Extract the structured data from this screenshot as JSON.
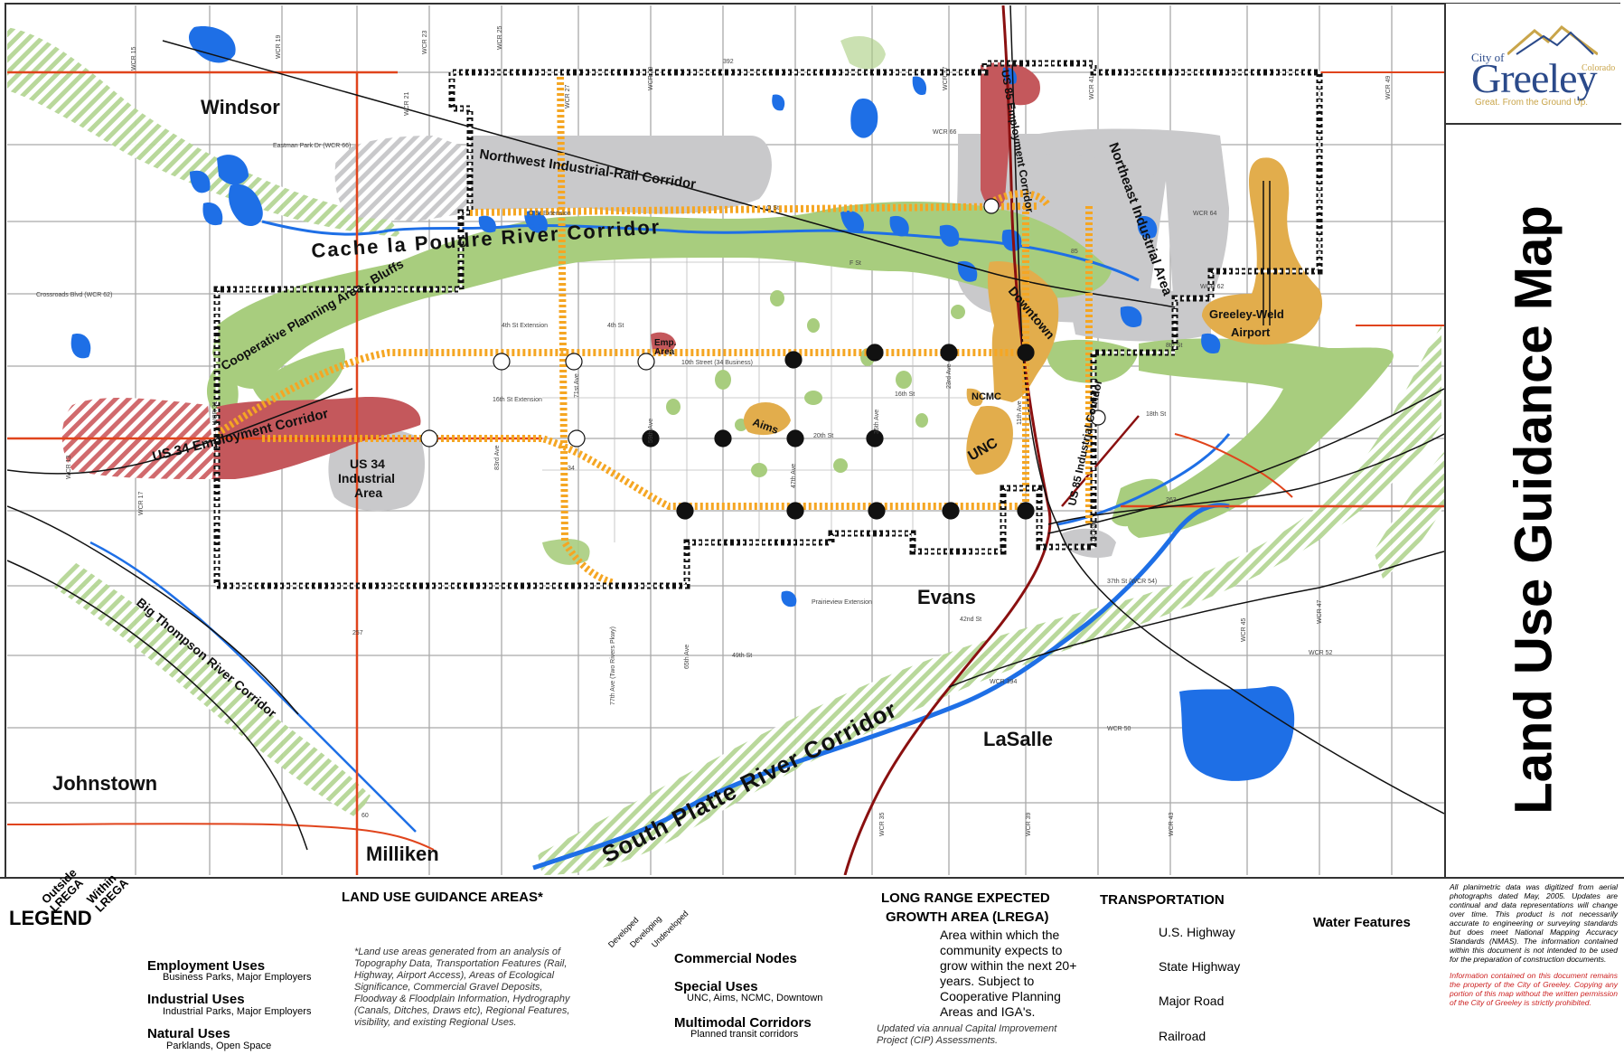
{
  "map": {
    "places": {
      "windsor": "Windsor",
      "johnstown": "Johnstown",
      "milliken": "Milliken",
      "evans": "Evans",
      "lasalle": "LaSalle"
    },
    "areas": {
      "cache_la_poudre": "Cache la Poudre River Corridor",
      "nw_industrial": "Northwest Industrial-Rail Corridor",
      "ne_industrial": "Northeast Industrial Area",
      "coop_bluffs": "Cooperative Planning Area - Bluffs",
      "us34_employment": "US 34 Employment Corridor",
      "us34_industrial_1": "US 34",
      "us34_industrial_2": "Industrial",
      "us34_industrial_3": "Area",
      "us85_employment": "US 85 Employment Corridor",
      "us85_industrial": "US 85 Industrial Corridor",
      "downtown": "Downtown",
      "unc": "UNC",
      "ncmc": "NCMC",
      "aims": "Aims",
      "emp_area_1": "Emp.",
      "emp_area_2": "Area",
      "airport_1": "Greeley-Weld",
      "airport_2": "Airport",
      "big_thompson": "Big Thompson River Corridor",
      "south_platte": "South Platte River Corridor"
    },
    "roads": {
      "crossroads": "Crossroads Blvd (WCR 62)",
      "eastman": "Eastman Park Dr (WCR 66)",
      "o_st_ext": "O St Extension",
      "o_st": "O St",
      "f_st": "F St",
      "4th_ext": "4th St Extension",
      "4th": "4th St",
      "10th": "10th Street (34 Business)",
      "16th_ext": "16th St Extension",
      "16th": "16th St",
      "20th": "20th St",
      "18th": "18th St",
      "prairie": "Prairieview Extension",
      "42nd": "42nd St",
      "49th": "49th St",
      "wcr54": "37th St (WCR 54)",
      "wcr52": "WCR 52",
      "wcr394": "WCR 394",
      "wcr50": "WCR 50",
      "wcr66": "WCR 66",
      "wcr64": "WCR 64",
      "wcr62": "WCR 62",
      "route_392": "392",
      "route_34": "34",
      "route_85": "85",
      "route_257": "257",
      "route_60": "60",
      "route_263": "263",
      "wcr49": "WCR 49",
      "wcr17": "WCR 17",
      "wcr13": "WCR 13",
      "wcr15": "WCR 15",
      "wcr19": "WCR 19",
      "wcr21": "WCR 21",
      "wcr23": "WCR 23",
      "wcr25": "WCR 25",
      "wcr27": "WCR 27",
      "wcr29": "WCR 29",
      "wcr31": "WCR 31",
      "wcr35": "WCR 35",
      "wcr37": "WCR 37",
      "wcr39": "WCR 39",
      "wcr41": "WCR 41",
      "wcr43": "WCR 43",
      "wcr45": "WCR 45",
      "wcr47": "WCR 47",
      "83rd": "83rd Ave",
      "71st": "71st Ave",
      "59th": "59th Ave",
      "47th": "47th Ave",
      "35th": "35th Ave",
      "23rd": "23rd Ave",
      "11th": "11th Ave",
      "1st": "1st Ave",
      "8th": "8th St",
      "65th": "65th Ave",
      "77th": "77th Ave (Two Rivers Pkwy)"
    }
  },
  "sidebar": {
    "city": "City of",
    "name": "Greeley",
    "state": "Colorado",
    "tagline": "Great. From the Ground Up.",
    "title": "Land Use Guidance Map",
    "disclaimer": "All planimetric data was digitized from aerial photographs dated May, 2005. Updates are continual and data representations will change over time. This product is not necessarily accurate to engineering or surveying standards but does meet National Mapping Accuracy Standards (NMAS). The information contained within this document is not intended to be used for the preparation of construction documents.",
    "disclaimer_red": "Information contained on this document remains the property of the City of Greeley. Copying any portion of this map without the written permission of the City of Greeley is strictly prohibited."
  },
  "legend": {
    "word": "LEGEND",
    "outside": "Outside LREGA",
    "within": "Within LREGA",
    "guidance_title": "LAND USE GUIDANCE AREAS*",
    "employment": "Employment Uses",
    "employment_sub": "Business Parks, Major Employers",
    "industrial": "Industrial Uses",
    "industrial_sub": "Industrial Parks, Major Employers",
    "natural": "Natural Uses",
    "natural_sub": "Parklands, Open Space",
    "footnote": "*Land use areas generated from an analysis of Topography Data, Transportation Features (Rail, Highway, Airport Access), Areas of Ecological Significance, Commercial Gravel Deposits, Floodway & Floodplain Information, Hydrography (Canals, Ditches, Draws etc), Regional Features, visibility, and existing Regional Uses.",
    "node_developed": "Developed",
    "node_developing": "Developing",
    "node_undeveloped": "Undeveloped",
    "commercial": "Commercial Nodes",
    "special": "Special Uses",
    "special_sub": "UNC, Aims, NCMC, Downtown",
    "multimodal": "Multimodal Corridors",
    "multimodal_sub": "Planned transit corridors",
    "lrega_title_1": "LONG RANGE EXPECTED",
    "lrega_title_2": "GROWTH AREA (LREGA)",
    "lrega_desc": "Area within which the community expects to grow within the next 20+ years. Subject to Cooperative Planning Areas and IGA's.",
    "lrega_note": "Updated via annual Capital Improvement Project (CIP) Assessments.",
    "transport_title": "TRANSPORTATION",
    "us_highway": "U.S. Highway",
    "state_highway": "State Highway",
    "major_road": "Major Road",
    "railroad": "Railroad",
    "water": "Water Features"
  },
  "colors": {
    "employment": "#c4585c",
    "industrial": "#c9c9cb",
    "natural": "#a8cd7e",
    "special": "#e2ad4c",
    "corridor": "#f5a623",
    "water": "#1e6fe6",
    "us_highway": "#8a1010",
    "state_highway": "#e0441c",
    "major_road": "#888888",
    "lrega": "#111111"
  }
}
